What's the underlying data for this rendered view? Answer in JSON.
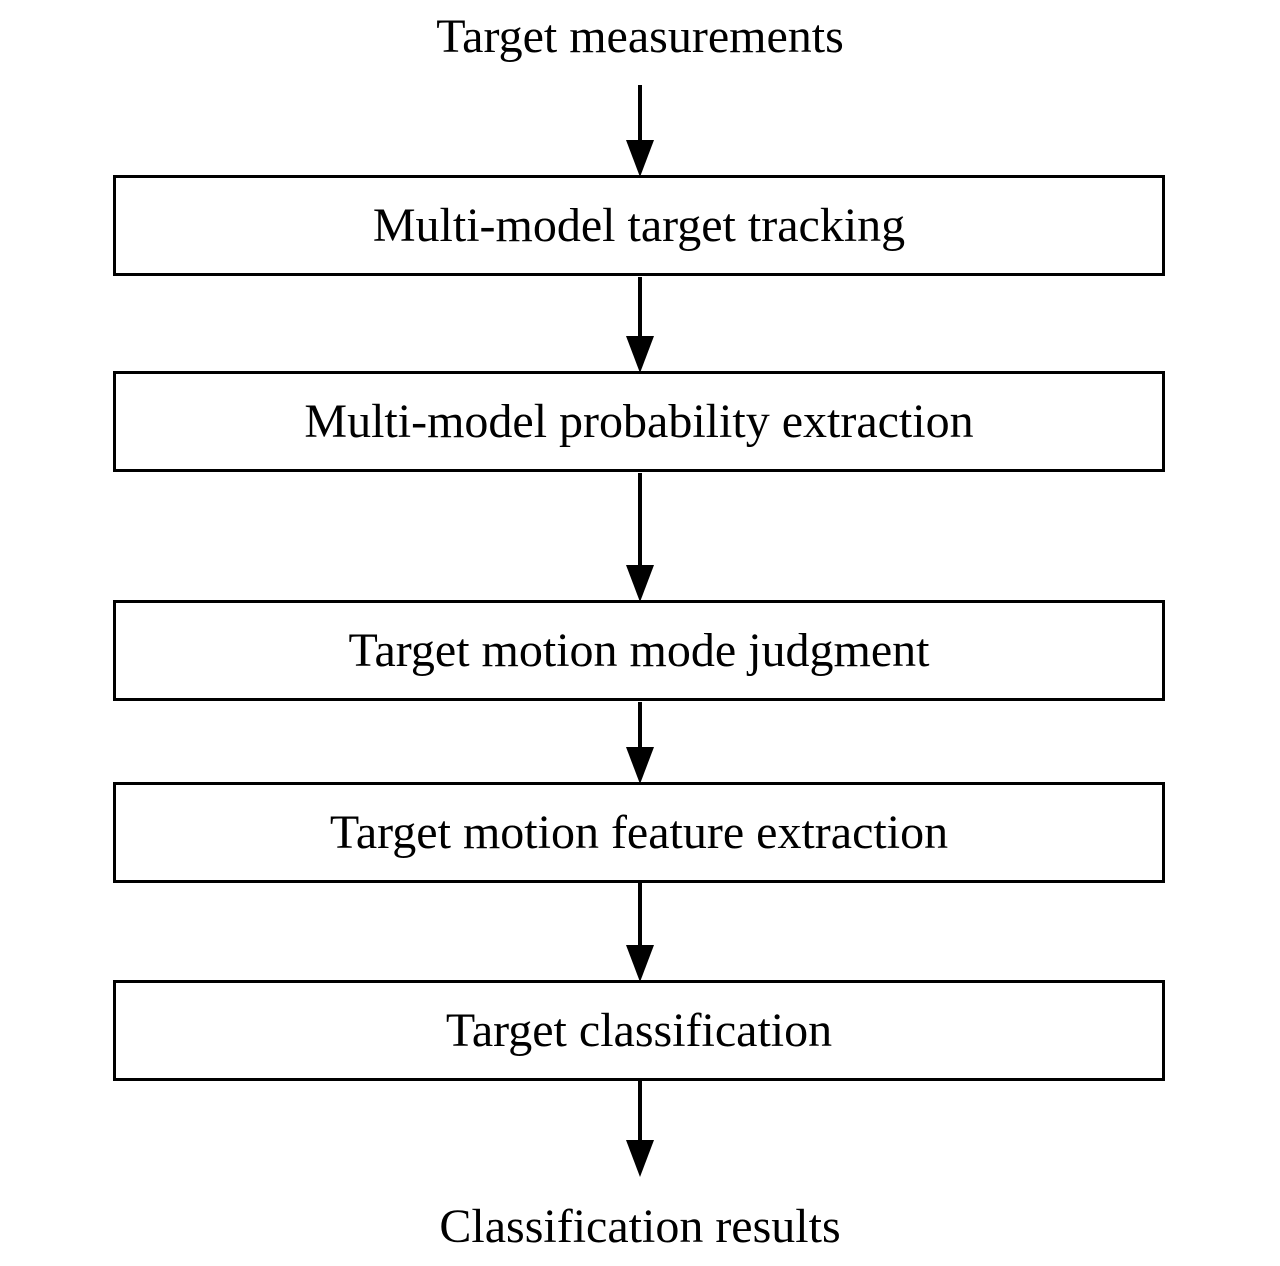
{
  "colors": {
    "background": "#ffffff",
    "line": "#000000",
    "text": "#000000"
  },
  "diagram": {
    "type": "flowchart",
    "direction": "top-to-bottom",
    "start_label": "Target measurements",
    "boxes": [
      {
        "label": "Multi-model target tracking"
      },
      {
        "label": "Multi-model probability extraction"
      },
      {
        "label": "Target motion mode judgment"
      },
      {
        "label": "Target motion feature extraction"
      },
      {
        "label": "Target classification"
      }
    ],
    "end_label": "Classification results",
    "arrow_count": 6
  }
}
